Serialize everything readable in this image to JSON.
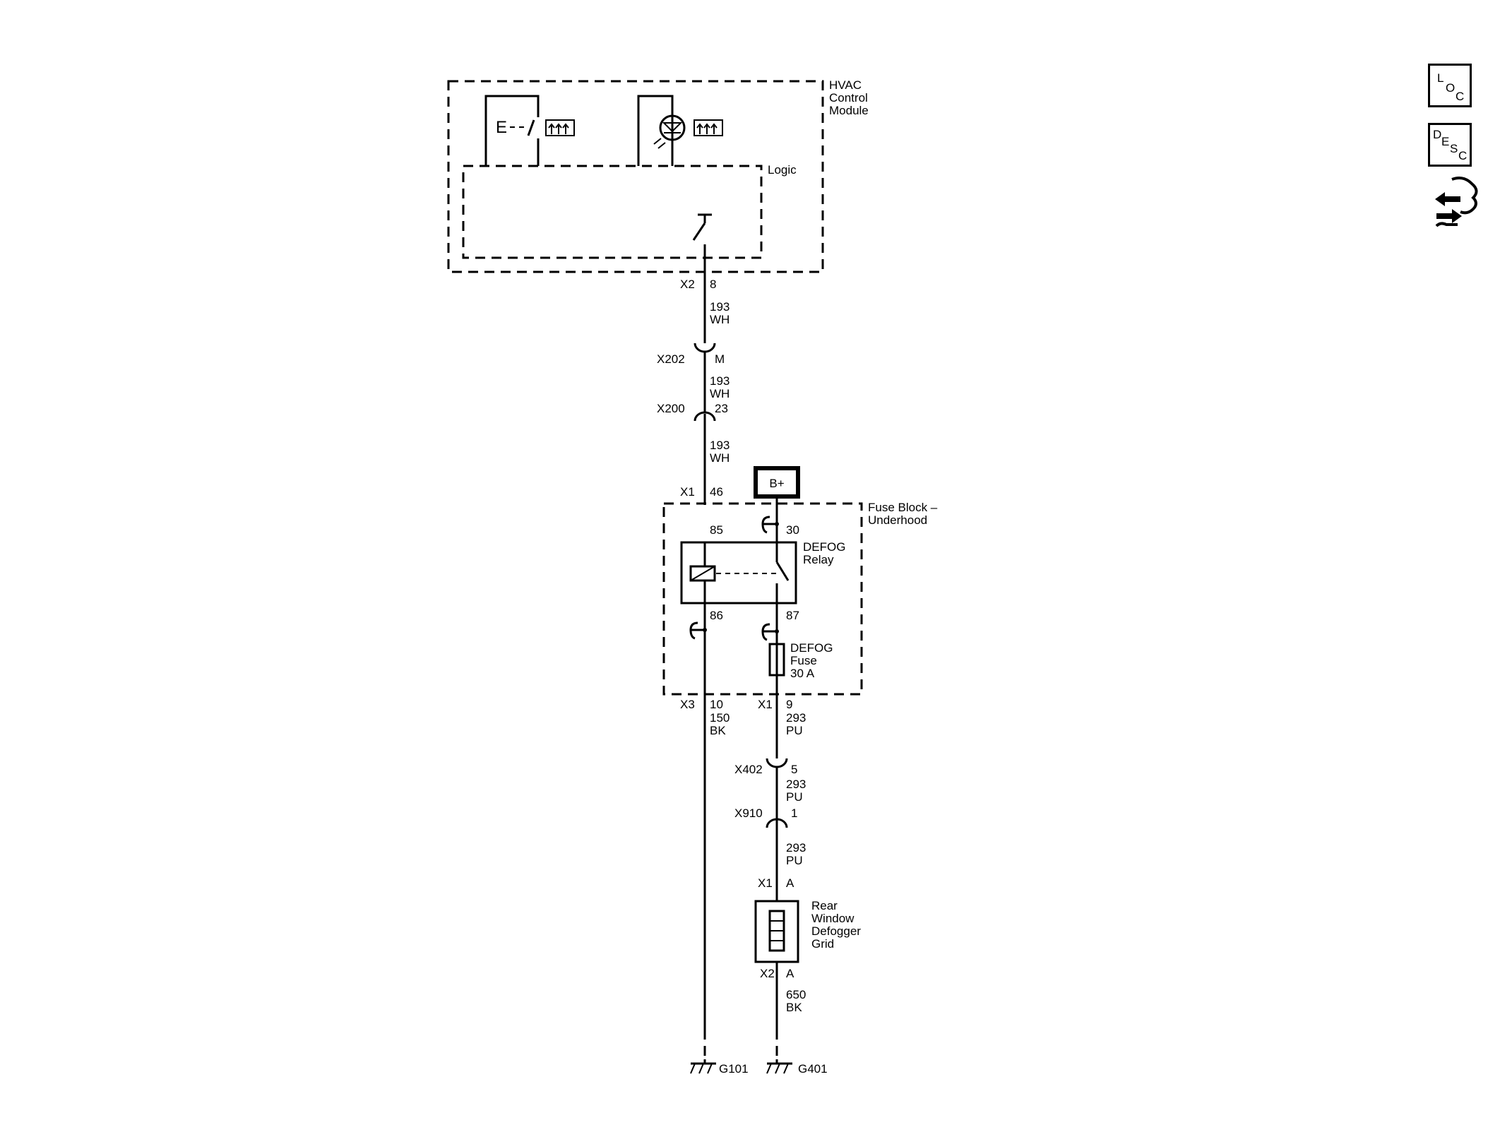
{
  "modules": {
    "hvac": [
      "HVAC",
      "Control",
      "Module"
    ],
    "logic": "Logic",
    "e_label": "E",
    "fuse_block": [
      "Fuse Block –",
      "Underhood"
    ],
    "relay": [
      "DEFOG",
      "Relay"
    ],
    "fuse": [
      "DEFOG",
      "Fuse",
      "30 A"
    ],
    "defogger": [
      "Rear",
      "Window",
      "Defogger",
      "Grid"
    ],
    "battery": "B+"
  },
  "connectors": {
    "hvac_x2": {
      "name": "X2",
      "pin": "8"
    },
    "x202": {
      "name": "X202",
      "pin": "M"
    },
    "x200": {
      "name": "X200",
      "pin": "23"
    },
    "fb_x1_46": {
      "name": "X1",
      "pin": "46"
    },
    "relay_85": "85",
    "relay_30": "30",
    "relay_86": "86",
    "relay_87": "87",
    "fb_x3": {
      "name": "X3",
      "pin": "10"
    },
    "fb_x1_9": {
      "name": "X1",
      "pin": "9"
    },
    "x402": {
      "name": "X402",
      "pin": "5"
    },
    "x910": {
      "name": "X910",
      "pin": "1"
    },
    "grid_x1": {
      "name": "X1",
      "pin": "A"
    },
    "grid_x2": {
      "name": "X2",
      "pin": "A"
    }
  },
  "wires": {
    "w1": [
      "193",
      "WH"
    ],
    "w2": [
      "193",
      "WH"
    ],
    "w3": [
      "193",
      "WH"
    ],
    "w4": [
      "150",
      "BK"
    ],
    "w5": [
      "293",
      "PU"
    ],
    "w6": [
      "293",
      "PU"
    ],
    "w7": [
      "293",
      "PU"
    ],
    "w8": [
      "650",
      "BK"
    ]
  },
  "grounds": {
    "g101": "G101",
    "g401": "G401"
  },
  "side_icons": {
    "loc": [
      "L",
      "O",
      "C"
    ],
    "desc": [
      "D",
      "E",
      "S",
      "C"
    ],
    "nav_icon": "hand-arrows-icon"
  }
}
